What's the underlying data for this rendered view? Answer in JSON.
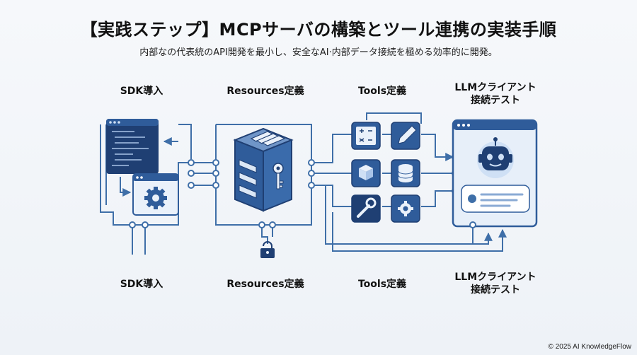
{
  "header": {
    "title": "【実践ステップ】MCPサーバの構築とツール連携の実装手順",
    "subtitle": "内部なの代表統のAPI開発を最小し、安全なAI·内部データ接続を極める効率的に開発。"
  },
  "steps_top": [
    {
      "label": "SDK導入"
    },
    {
      "label": "Resources定義"
    },
    {
      "label": "Tools定義"
    },
    {
      "label_line1": "LLMクライアント",
      "label_line2": "接続テスト"
    }
  ],
  "steps_bottom": [
    {
      "label": "SDK導入"
    },
    {
      "label": "Resources定義"
    },
    {
      "label": "Tools定義"
    },
    {
      "label_line1": "LLMクライアント",
      "label_line2": "接続テスト"
    }
  ],
  "icons": {
    "sdk": [
      "code-window-icon",
      "gear-window-icon"
    ],
    "resources": [
      "server-box-icon",
      "key-icon",
      "lock-icon"
    ],
    "tools": [
      "calculator-icon",
      "pencil-icon",
      "package-icon",
      "database-icon",
      "wrench-icon",
      "gear-icon"
    ],
    "client": [
      "robot-icon",
      "chat-bubble-icon"
    ]
  },
  "colors": {
    "line": "#3f6fa8",
    "dark_blue": "#1f3f73",
    "mid_blue": "#2f5c9a",
    "light_blue": "#dbe7f5"
  },
  "footer": {
    "copyright": "© 2025 AI KnowledgeFlow"
  }
}
